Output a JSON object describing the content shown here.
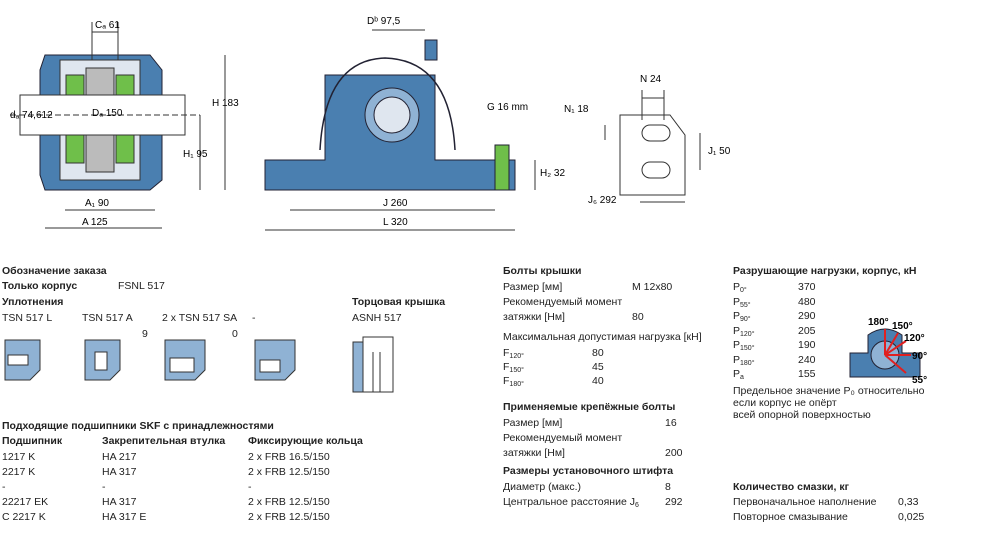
{
  "dimensions": {
    "ca": "Cₐ 61",
    "db": "Dᵇ 97,5",
    "da_left": "dₐ 74,612",
    "Da": "Dₐ 150",
    "H": "H 183",
    "H1": "H₁ 95",
    "A1": "A₁ 90",
    "A": "A 125",
    "G": "G 16 mm",
    "H2": "H₂ 32",
    "J": "J 260",
    "L": "L 320",
    "N": "N 24",
    "N1": "N₁ 18",
    "J1": "J₁ 50",
    "J6": "J₆ 292"
  },
  "order": {
    "title": "Обозначение заказа",
    "housing_label": "Только корпус",
    "housing_value": "FSNL 517"
  },
  "seals": {
    "title": "Уплотнения",
    "items": [
      "TSN 517 L",
      "TSN 517 A",
      "2 x TSN 517 SA",
      "-"
    ],
    "num_a": "9",
    "num_b": "0"
  },
  "endcover": {
    "title": "Торцовая крышка",
    "value": "ASNH 517"
  },
  "bearings": {
    "title": "Подходящие подшипники SKF с принадлежностями",
    "headers": [
      "Подшипник",
      "Закрепительная втулка",
      "Фиксирующие кольца"
    ],
    "rows": [
      [
        "1217 K",
        "HA 217",
        "2 x FRB 16.5/150"
      ],
      [
        "2217 K",
        "HA 317",
        "2 x FRB 12.5/150"
      ],
      [
        "-",
        "-",
        "-"
      ],
      [
        "22217 EK",
        "HA 317",
        "2 x FRB 12.5/150"
      ],
      [
        "C 2217 K",
        "HA 317 E",
        "2 x FRB 12.5/150"
      ]
    ]
  },
  "cap_bolts": {
    "title": "Болты крышки",
    "size_label": "Размер [мм]",
    "size_value": "M 12x80",
    "torque_label1": "Рекомендуемый момент",
    "torque_label2": "затяжки [Нм]",
    "torque_value": "80",
    "max_load_label": "Максимальная допустимая нагрузка [кН]",
    "loads": [
      {
        "label": "F",
        "sub": "120°",
        "value": "80"
      },
      {
        "label": "F",
        "sub": "150°",
        "value": "45"
      },
      {
        "label": "F",
        "sub": "180°",
        "value": "40"
      }
    ]
  },
  "attach_bolts": {
    "title": "Применяемые крепёжные болты",
    "size_label": "Размер [мм]",
    "size_value": "16",
    "torque_label1": "Рекомендуемый момент",
    "torque_label2": "затяжки [Нм]",
    "torque_value": "200"
  },
  "dowel": {
    "title": "Размеры установочного штифта",
    "diam_label": "Диаметр (макс.)",
    "diam_value": "8",
    "dist_label": "Центральное расстояние J",
    "dist_sub": "6",
    "dist_value": "292"
  },
  "breaking": {
    "title": "Разрушающие нагрузки, корпус, кН",
    "rows": [
      {
        "label": "P",
        "sub": "0°",
        "value": "370"
      },
      {
        "label": "P",
        "sub": "55°",
        "value": "480"
      },
      {
        "label": "P",
        "sub": "90°",
        "value": "290"
      },
      {
        "label": "P",
        "sub": "120°",
        "value": "205"
      },
      {
        "label": "P",
        "sub": "150°",
        "value": "190"
      },
      {
        "label": "P",
        "sub": "180°",
        "value": "240"
      },
      {
        "label": "P",
        "sub": "a",
        "value": "155"
      }
    ],
    "note1": "Предельное значение P₀ относительно",
    "note2": "если корпус не опёрт",
    "note3": "всей опорной поверхностью",
    "angles": [
      "180°",
      "150°",
      "120°",
      "90°",
      "55°"
    ]
  },
  "grease": {
    "title": "Количество смазки, кг",
    "initial_label": "Первоначальное наполнение",
    "initial_value": "0,33",
    "refill_label": "Повторное смазывание",
    "refill_value": "0,025"
  },
  "colors": {
    "housing": "#4a7fb0",
    "green": "#6fbf4a",
    "red": "#e02020"
  }
}
